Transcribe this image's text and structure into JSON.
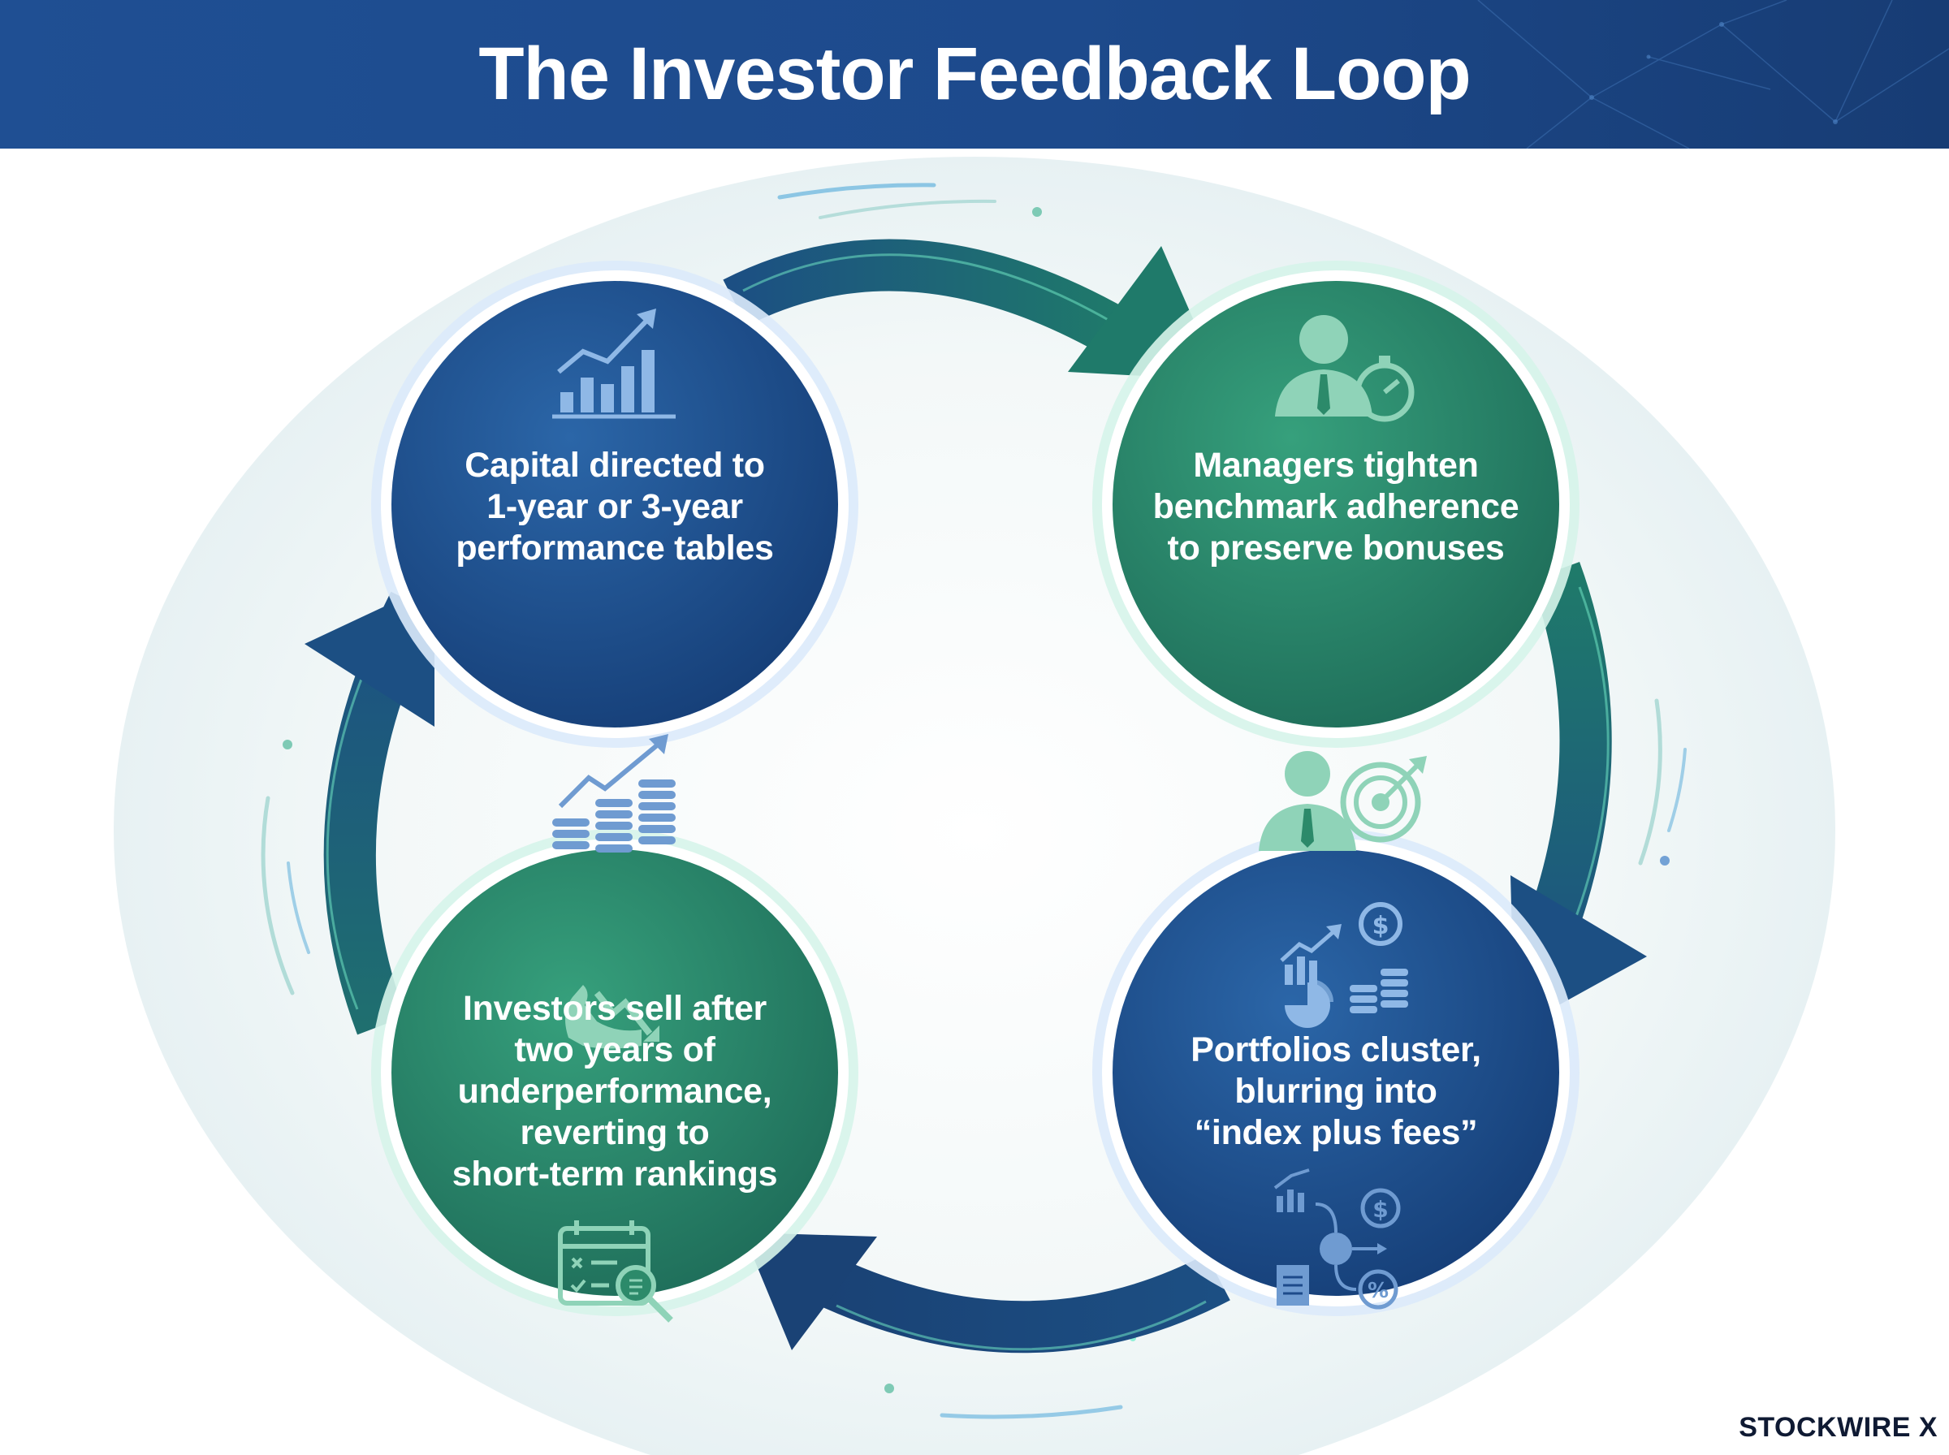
{
  "header": {
    "title": "The Investor Feedback Loop"
  },
  "cycle": {
    "nodes": [
      {
        "id": "capital",
        "text": "Capital directed to 1-year or 3-year performance tables",
        "lines": [
          "Capital directed to",
          "1-year or 3-year",
          "performance tables"
        ],
        "color": "blue",
        "icons": [
          "bar-chart-uptrend-icon",
          "coin-stacks-growth-icon"
        ]
      },
      {
        "id": "managers",
        "text": "Managers tighten benchmark adherence to preserve bonuses",
        "lines": [
          "Managers tighten",
          "benchmark adherence",
          "to preserve bonuses"
        ],
        "color": "green",
        "icons": [
          "manager-stopwatch-icon",
          "manager-target-icon"
        ]
      },
      {
        "id": "portfolios",
        "text": "Portfolios cluster, blurring into “index plus fees”",
        "lines": [
          "Portfolios cluster,",
          "blurring into",
          "“index plus fees”"
        ],
        "color": "blue",
        "icons": [
          "portfolio-mix-icon",
          "fees-flow-icon"
        ]
      },
      {
        "id": "investors",
        "text": "Investors sell after two years of underperformance, reverting to short-term rankings",
        "lines": [
          "Investors sell after",
          "two years of",
          "underperformance,",
          "reverting to",
          "short-term rankings"
        ],
        "color": "green",
        "icons": [
          "hand-falling-arrow-icon",
          "calendar-checklist-search-icon"
        ]
      }
    ],
    "edges": [
      {
        "from": "capital",
        "to": "managers"
      },
      {
        "from": "managers",
        "to": "portfolios"
      },
      {
        "from": "portfolios",
        "to": "investors"
      },
      {
        "from": "investors",
        "to": "capital"
      }
    ]
  },
  "colors": {
    "header_blue": "#1f4f93",
    "node_blue": "#1d4a8a",
    "node_green": "#2c8a6a",
    "arrow_dark": "#1a4a7a",
    "glow": "#4fd6b4"
  },
  "footer": {
    "brand": "STOCKWIRE X"
  }
}
